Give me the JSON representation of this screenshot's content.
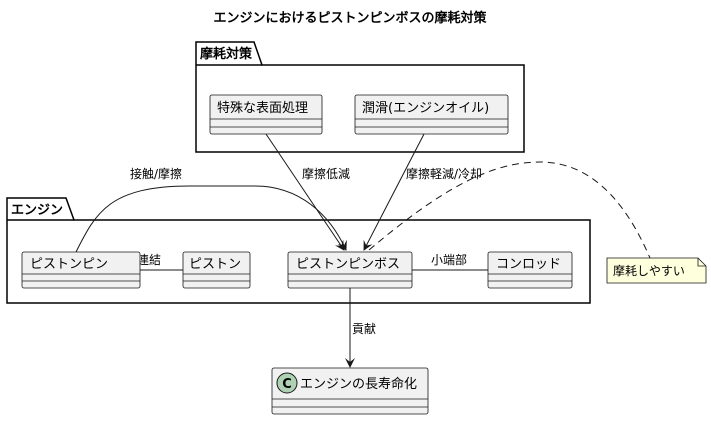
{
  "title": "エンジンにおけるピストンピンボスの摩耗対策",
  "packages": {
    "countermeasures": {
      "label": "摩耗対策",
      "classes": {
        "surface_treatment": "特殊な表面処理",
        "lubrication": "潤滑(エンジンオイル)"
      }
    },
    "engine": {
      "label": "エンジン",
      "classes": {
        "piston_pin": "ピストンピン",
        "piston": "ピストン",
        "piston_pin_boss": "ピストンピンボス",
        "conrod": "コンロッド"
      }
    }
  },
  "standalone_class": {
    "stereotype": "C",
    "label": "エンジンの長寿命化"
  },
  "edges": {
    "contact_friction": "接触/摩擦",
    "friction_reduction": "摩擦低減",
    "friction_reduction_cooling": "摩擦軽減/冷却",
    "connection": "連結",
    "small_end": "小端部",
    "contribution": "貢献"
  },
  "note": {
    "text": "摩耗しやすい"
  },
  "colors": {
    "class_fill": "#F1F1F1",
    "class_stroke": "#181818",
    "note_fill": "#FEFFDD",
    "stereotype_circle": "#ADD1B2"
  }
}
